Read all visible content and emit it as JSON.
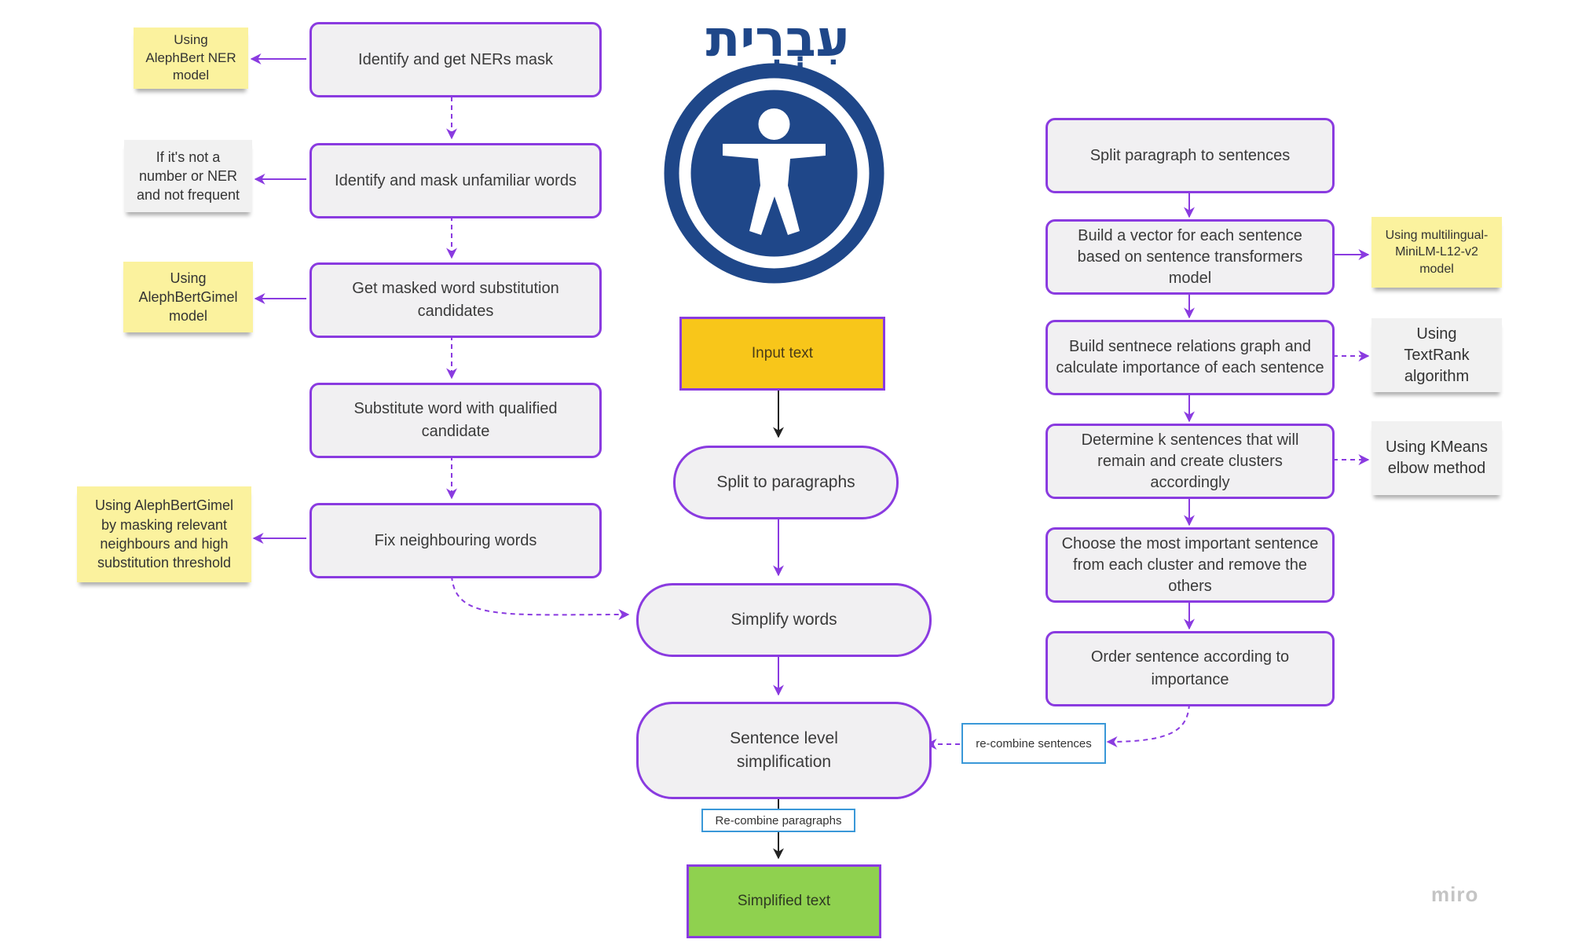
{
  "logo": {
    "hebrew_title": "עִבְרִית",
    "icon": "accessibility-icon",
    "colors": {
      "navy": "#1f4789",
      "white": "#ffffff"
    }
  },
  "watermark": "miro",
  "colors": {
    "border_purple": "#8a3be0",
    "box_fill": "#f1f0f2",
    "note_yellow": "#fbf29e",
    "note_grey": "#f1f1f1",
    "input_fill": "#f8c61a",
    "output_fill": "#8fd14f",
    "edge_label_border": "#3a98d8"
  },
  "main_flow": {
    "input": "Input text",
    "split_paragraphs": "Split to paragraphs",
    "simplify_words": "Simplify words",
    "sentence_simplification": "Sentence level simplification",
    "output": "Simplified text"
  },
  "word_steps": [
    "Identify and get NERs mask",
    "Identify and mask unfamiliar words",
    "Get masked word substitution candidates",
    "Substitute word with qualified candidate",
    "Fix neighbouring words"
  ],
  "word_notes": [
    "Using AlephBert NER model",
    "If it's not a number or NER and not frequent",
    "Using AlephBertGimel model",
    "Using AlephBertGimel by masking relevant neighbours and high substitution threshold"
  ],
  "sentence_steps": [
    "Split paragraph to sentences",
    "Build a vector for each sentence based on sentence transformers model",
    "Build sentnece relations graph and calculate importance of each sentence",
    "Determine k sentences that will remain and create clusters accordingly",
    "Choose the most important sentence from each cluster and remove the others",
    "Order sentence according to importance"
  ],
  "sentence_notes": [
    "Using multilingual-MiniLM-L12-v2 model",
    "Using TextRank algorithm",
    "Using KMeans elbow method"
  ],
  "edge_labels": {
    "recombine_sentences": "re-combine sentences",
    "recombine_paragraphs": "Re-combine paragraphs"
  }
}
